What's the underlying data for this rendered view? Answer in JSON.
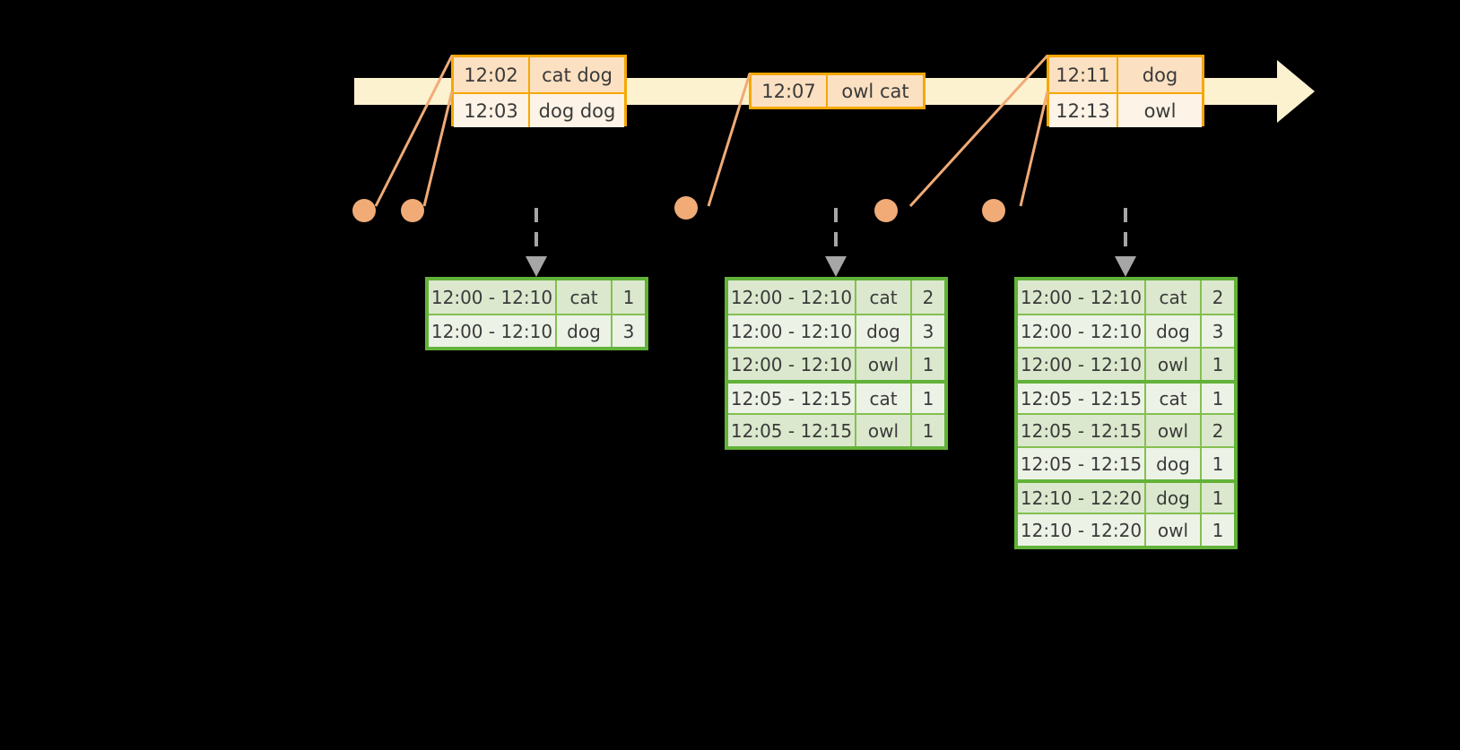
{
  "timeline": {
    "label": "event-timeline",
    "bar_color": "#fdf2d0",
    "accent_color": "#f5a800"
  },
  "events": [
    {
      "id": "event-box-1",
      "rows": [
        {
          "time": "12:02",
          "words": "cat dog"
        },
        {
          "time": "12:03",
          "words": "dog dog"
        }
      ]
    },
    {
      "id": "event-box-2",
      "rows": [
        {
          "time": "12:07",
          "words": "owl cat"
        }
      ]
    },
    {
      "id": "event-box-3",
      "rows": [
        {
          "time": "12:11",
          "words": "dog"
        },
        {
          "time": "12:13",
          "words": "owl"
        }
      ]
    }
  ],
  "dots": [
    {
      "name": "event-dot-1"
    },
    {
      "name": "event-dot-2"
    },
    {
      "name": "event-dot-3"
    },
    {
      "name": "event-dot-4"
    },
    {
      "name": "event-dot-5"
    }
  ],
  "results": [
    {
      "id": "result-table-1",
      "rows": [
        {
          "window": "12:00 - 12:10",
          "key": "cat",
          "count": "1"
        },
        {
          "window": "12:00 - 12:10",
          "key": "dog",
          "count": "3"
        }
      ]
    },
    {
      "id": "result-table-2",
      "rows": [
        {
          "window": "12:00 - 12:10",
          "key": "cat",
          "count": "2"
        },
        {
          "window": "12:00 - 12:10",
          "key": "dog",
          "count": "3"
        },
        {
          "window": "12:00 - 12:10",
          "key": "owl",
          "count": "1"
        },
        {
          "window": "12:05 - 12:15",
          "key": "cat",
          "count": "1"
        },
        {
          "window": "12:05 - 12:15",
          "key": "owl",
          "count": "1"
        }
      ]
    },
    {
      "id": "result-table-3",
      "rows": [
        {
          "window": "12:00 - 12:10",
          "key": "cat",
          "count": "2"
        },
        {
          "window": "12:00 - 12:10",
          "key": "dog",
          "count": "3"
        },
        {
          "window": "12:00 - 12:10",
          "key": "owl",
          "count": "1"
        },
        {
          "window": "12:05 - 12:15",
          "key": "cat",
          "count": "1"
        },
        {
          "window": "12:05 - 12:15",
          "key": "owl",
          "count": "2"
        },
        {
          "window": "12:05 - 12:15",
          "key": "dog",
          "count": "1"
        },
        {
          "window": "12:10 - 12:20",
          "key": "dog",
          "count": "1"
        },
        {
          "window": "12:10 - 12:20",
          "key": "owl",
          "count": "1"
        }
      ]
    }
  ],
  "colors": {
    "timeline_fill": "#fdf2d0",
    "event_border": "#f5a800",
    "event_fill_top": "#fbe0c2",
    "event_fill_bottom": "#fdf3e6",
    "dot_fill": "#f0ab77",
    "connector_stroke": "#f0ab77",
    "table_border": "#62b239",
    "table_fill_a": "#dbe8cd",
    "table_fill_b": "#edf2e7",
    "arrow_gray": "#a6a6a6",
    "background": "#000000"
  }
}
